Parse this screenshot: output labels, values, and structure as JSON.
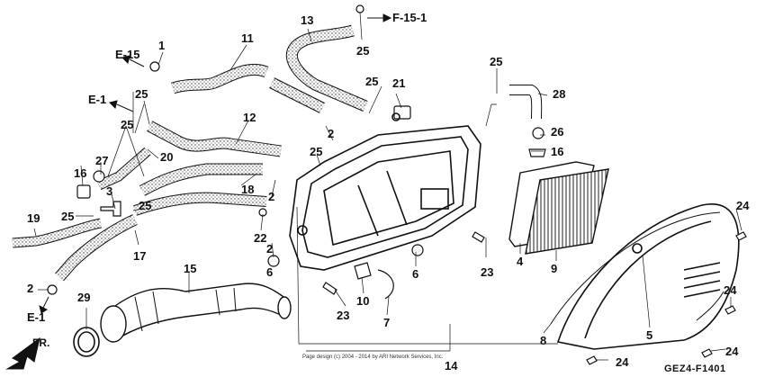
{
  "diagram": {
    "part_labels": [
      {
        "id": "p1",
        "text": "1"
      },
      {
        "id": "p2a",
        "text": "2"
      },
      {
        "id": "p2b",
        "text": "2"
      },
      {
        "id": "p2c",
        "text": "2"
      },
      {
        "id": "p2d",
        "text": "2"
      },
      {
        "id": "p3",
        "text": "3"
      },
      {
        "id": "p4",
        "text": "4"
      },
      {
        "id": "p5",
        "text": "5"
      },
      {
        "id": "p6a",
        "text": "6"
      },
      {
        "id": "p6b",
        "text": "6"
      },
      {
        "id": "p7",
        "text": "7"
      },
      {
        "id": "p8",
        "text": "8"
      },
      {
        "id": "p9",
        "text": "9"
      },
      {
        "id": "p10",
        "text": "10"
      },
      {
        "id": "p11",
        "text": "11"
      },
      {
        "id": "p12",
        "text": "12"
      },
      {
        "id": "p13",
        "text": "13"
      },
      {
        "id": "p14",
        "text": "14"
      },
      {
        "id": "p15",
        "text": "15"
      },
      {
        "id": "p16a",
        "text": "16"
      },
      {
        "id": "p16b",
        "text": "16"
      },
      {
        "id": "p17",
        "text": "17"
      },
      {
        "id": "p18",
        "text": "18"
      },
      {
        "id": "p19",
        "text": "19"
      },
      {
        "id": "p20",
        "text": "20"
      },
      {
        "id": "p21",
        "text": "21"
      },
      {
        "id": "p22",
        "text": "22"
      },
      {
        "id": "p23a",
        "text": "23"
      },
      {
        "id": "p23b",
        "text": "23"
      },
      {
        "id": "p24a",
        "text": "24"
      },
      {
        "id": "p24b",
        "text": "24"
      },
      {
        "id": "p24c",
        "text": "24"
      },
      {
        "id": "p24d",
        "text": "24"
      },
      {
        "id": "p25a",
        "text": "25"
      },
      {
        "id": "p25b",
        "text": "25"
      },
      {
        "id": "p25c",
        "text": "25"
      },
      {
        "id": "p25d",
        "text": "25"
      },
      {
        "id": "p25e",
        "text": "25"
      },
      {
        "id": "p25f",
        "text": "25"
      },
      {
        "id": "p25g",
        "text": "25"
      },
      {
        "id": "p26",
        "text": "26"
      },
      {
        "id": "p27",
        "text": "27"
      },
      {
        "id": "p28",
        "text": "28"
      },
      {
        "id": "p29",
        "text": "29"
      }
    ],
    "references": {
      "f15_1": "F-15-1",
      "e15": "E-15",
      "e1_top": "E-1",
      "e1_bottom": "E-1"
    },
    "direction_label": "FR.",
    "diagram_code": "GEZ4-F1401",
    "copyright": "Page design (c) 2004 - 2014 by ARI Network Services, Inc."
  }
}
